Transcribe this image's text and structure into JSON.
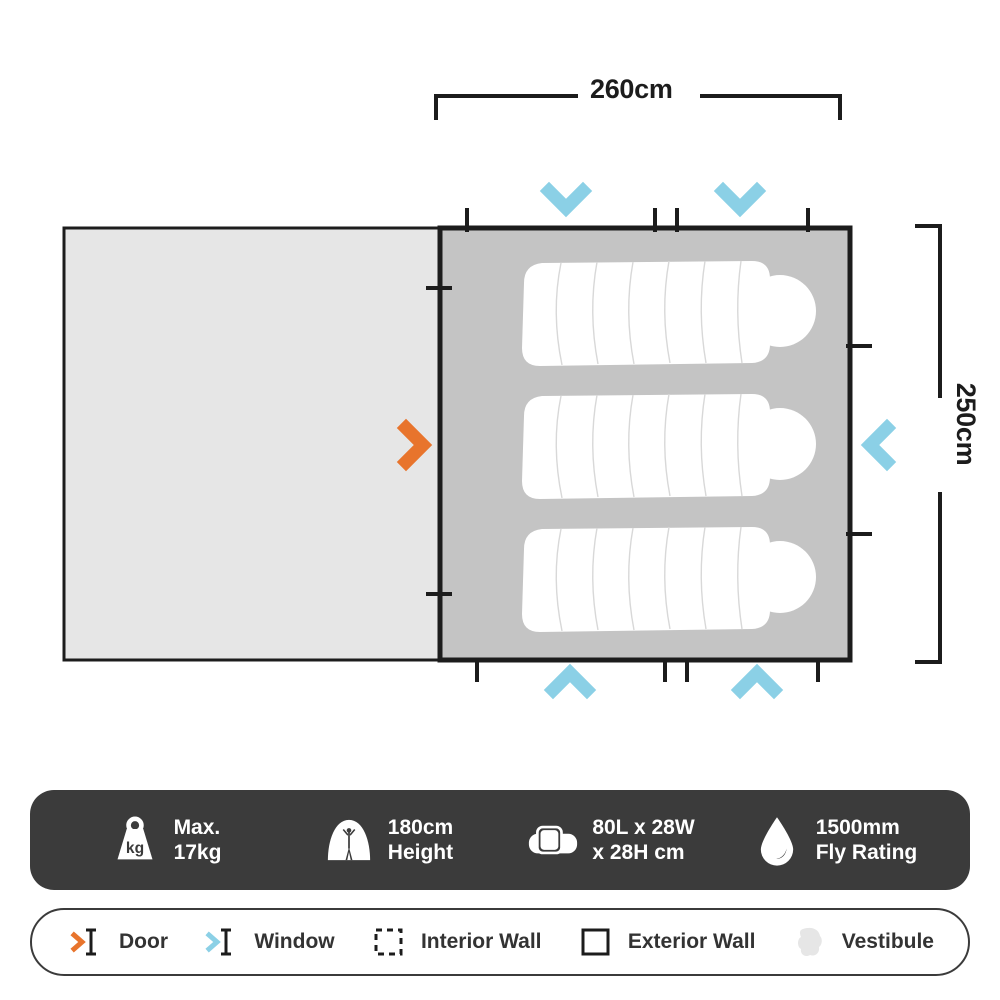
{
  "dimensions": {
    "top_label": "260cm",
    "right_label": "250cm"
  },
  "colors": {
    "door": "#E8742C",
    "window": "#8BD0E6",
    "vestibule": "#e6e6e6",
    "sleeping_area": "#c4c4c4",
    "wall": "#1c1c1c",
    "info_bar": "#3b3b3b",
    "sleeping_bag": "#ffffff"
  },
  "plan": {
    "vestibule_name": "vestibule-region",
    "sleeping_area_name": "sleeping-area-region",
    "sleeping_bag_count": 3,
    "door_markers": 1,
    "window_markers": 5
  },
  "info_bar": {
    "items": [
      {
        "icon": "weight-kg-icon",
        "line1": "Max.",
        "line2": "17kg"
      },
      {
        "icon": "tent-person-height-icon",
        "line1": "180cm",
        "line2": "Height"
      },
      {
        "icon": "duffel-bag-icon",
        "line1": "80L x 28W",
        "line2": "x 28H cm"
      },
      {
        "icon": "water-droplet-icon",
        "line1": "1500mm",
        "line2": "Fly Rating"
      }
    ]
  },
  "legend": {
    "items": [
      {
        "icon": "door-marker-icon",
        "label": "Door"
      },
      {
        "icon": "window-marker-icon",
        "label": "Window"
      },
      {
        "icon": "interior-wall-icon",
        "label": "Interior Wall"
      },
      {
        "icon": "exterior-wall-icon",
        "label": "Exterior Wall"
      },
      {
        "icon": "vestibule-icon",
        "label": "Vestibule"
      }
    ]
  }
}
